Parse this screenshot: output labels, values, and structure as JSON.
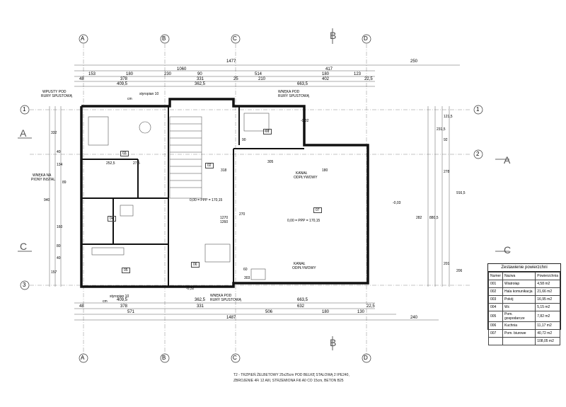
{
  "axes": {
    "columns": [
      "A",
      "B",
      "C",
      "D"
    ],
    "rows": [
      "1",
      "2",
      "3"
    ],
    "sections": [
      "A",
      "B",
      "C"
    ]
  },
  "dims_top": {
    "overall": "1477",
    "row1": [
      "1060",
      "417",
      "250"
    ],
    "row2": [
      "153",
      "180",
      "230",
      "90",
      "514",
      "180",
      "123"
    ],
    "row3": [
      "48",
      "378",
      "331",
      "25",
      "210",
      "402",
      "22,5"
    ],
    "row4": [
      "409,5",
      "362,5",
      "663,5"
    ]
  },
  "dims_bottom": {
    "row1": [
      "409,5",
      "362,5",
      "663,5"
    ],
    "row2": [
      "48",
      "378",
      "331",
      "632",
      "22,5"
    ],
    "row3": [
      "571",
      "506",
      "180",
      "130"
    ],
    "overall": "1487",
    "right": "240"
  },
  "dims_left": [
    "332",
    "40",
    "134",
    "89",
    "940",
    "80",
    "160",
    "40",
    "157"
  ],
  "dims_right": [
    "231,5",
    "92",
    "278",
    "201",
    "880,5",
    "916,5",
    "121,5",
    "282",
    "206"
  ],
  "rooms": [
    "01",
    "02",
    "03",
    "04",
    "05",
    "06",
    "07"
  ],
  "labels": {
    "wpusty_top_left": "WPUSTY POD",
    "rury_top_left": "RURY SPUSTOWĄ",
    "styropian": "styropian 10",
    "cm": "cm",
    "wnetka_pion": "WNĘKA NA",
    "pion_instal": "PIONY INSTAL",
    "wpusty_top_right": "WNĘKA POD",
    "rury_top_right": "RURY SPUSTOWĄ",
    "wpusty_bottom": "WNĘKA POD",
    "rury_bottom": "RURY SPUSTOWĄ",
    "kanal1": "KANAŁ",
    "przewod1": "ODPŁYWOWY",
    "kanal2": "KANAŁ",
    "przewod2": "ODPŁYWOWY",
    "ppp1": "0,00 = PPP = 170,15",
    "ppp2": "0,00 = PPP = 170,15",
    "d1": "1270",
    "d2": "1260",
    "d3": "305",
    "d4": "303",
    "d5": "270",
    "d6": "318",
    "d7": "180",
    "d8": "60",
    "d9": "90",
    "d10": "252,5",
    "d11": "27,5",
    "d12": "-0,03",
    "d13": "-0,32",
    "d14": "-0,32"
  },
  "legend": {
    "title": "Zestawienie powierzchni",
    "headers": [
      "Numer",
      "Nazwa",
      "Powierzchnia"
    ],
    "rows": [
      [
        "001",
        "Wiatrołap",
        "4,58 m2"
      ],
      [
        "002",
        "Hala komunikacja",
        "21,66 m2"
      ],
      [
        "003",
        "Pokój",
        "16,95 m2"
      ],
      [
        "004",
        "Wc",
        "5,15 m2"
      ],
      [
        "005",
        "Pom. gospodarcze",
        "7,82 m2"
      ],
      [
        "006",
        "Kuchnia",
        "11,17 m2"
      ],
      [
        "007",
        "Pom. biurowe",
        "40,72 m2"
      ],
      [
        "",
        "",
        "108,05 m2"
      ]
    ]
  },
  "footer": {
    "line1": "T2 - TRZPIEŃ ŻELBETOWY 25x25cm POD BELKĘ STALOWĄ 2 IPE240,",
    "line2": "ZBROJENIE 4Fi 12 AIII, STRZEMIONA Fi6 A0 CO 15cm, BETON B25"
  }
}
